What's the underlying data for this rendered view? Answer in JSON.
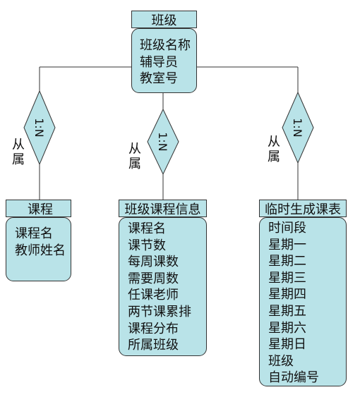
{
  "entities": {
    "class": {
      "title": "班级",
      "attributes": [
        "班级名称",
        "辅导员",
        "教室号"
      ]
    },
    "course": {
      "title": "课程",
      "attributes": [
        "课程名",
        "教师姓名"
      ]
    },
    "class_course_info": {
      "title": "班级课程信息",
      "attributes": [
        "课程名",
        "课节数",
        "每周课数",
        "需要周数",
        "任课老师",
        "两节课累排",
        "课程分布",
        "所属班级"
      ]
    },
    "temp_schedule": {
      "title": "临时生成课表",
      "attributes": [
        "时间段",
        "星期一",
        "星期二",
        "星期三",
        "星期四",
        "星期五",
        "星期六",
        "星期日",
        "班级",
        "自动编号"
      ]
    }
  },
  "relationships": [
    {
      "cardinality": "1:N",
      "label_line1": "从",
      "label_line2": "属"
    },
    {
      "cardinality": "1:N",
      "label_line1": "从",
      "label_line2": "属"
    },
    {
      "cardinality": "1:N",
      "label_line1": "从",
      "label_line2": "属"
    }
  ],
  "colors": {
    "fill": "#b9e3e8",
    "stroke": "#333333"
  }
}
